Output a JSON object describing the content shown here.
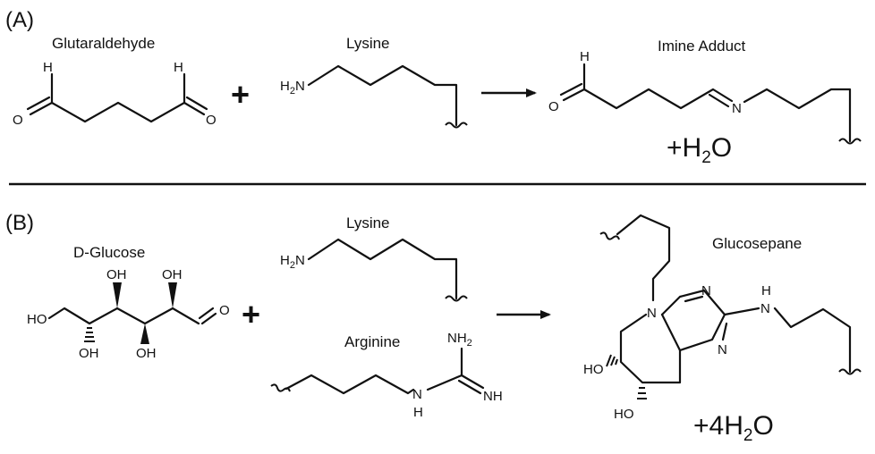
{
  "panelA": {
    "label": "(A)",
    "glutaraldehyde": {
      "name": "Glutaraldehyde",
      "h_left": "H",
      "h_right": "H",
      "o_left": "O",
      "o_right": "O"
    },
    "plus": "+",
    "lysine": {
      "name": "Lysine",
      "amine": "H",
      "amine_sub": "2",
      "amine_n": "N"
    },
    "product": {
      "name": "Imine Adduct",
      "h": "H",
      "o": "O",
      "n": "N"
    },
    "water": {
      "prefix": "+H",
      "sub": "2",
      "suffix": "O"
    }
  },
  "panelB": {
    "label": "(B)",
    "glucose": {
      "name": "D-Glucose",
      "ho": "HO",
      "oh": "OH",
      "o": "O"
    },
    "plus": "+",
    "lysine": {
      "name": "Lysine",
      "amine": "H",
      "amine_sub": "2",
      "amine_n": "N"
    },
    "arginine": {
      "name": "Arginine",
      "nh2": "NH",
      "nh2_sub": "2",
      "nh": "NH",
      "n": "N",
      "h": "H"
    },
    "product": {
      "name": "Glucosepane",
      "n": "N",
      "nh": "N",
      "h": "H",
      "ho": "HO"
    },
    "water": {
      "prefix": "+4H",
      "sub": "2",
      "suffix": "O"
    }
  }
}
